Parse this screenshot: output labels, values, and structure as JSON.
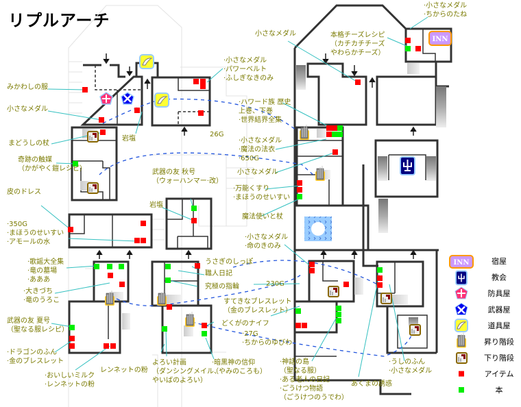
{
  "title": "リプルアーチ",
  "colors": {
    "item": "#ff0000",
    "book": "#00ee00",
    "label": "#7a7a00",
    "leader": "#33c0c0",
    "route": "#2255dd",
    "inn": "#cc99ff",
    "inn_border": "#ff9900",
    "church": "#000080"
  },
  "labels": [
    {
      "id": "mikawashi",
      "lines": [
        "みかわしの服"
      ]
    },
    {
      "id": "medal-left",
      "lines": [
        "小さなメダル"
      ]
    },
    {
      "id": "madoushi",
      "lines": [
        "まどうしの杖"
      ]
    },
    {
      "id": "kiseki",
      "lines": [
        "奇跡の触媒",
        "（かがやく鎧レシピ）"
      ]
    },
    {
      "id": "kawa",
      "lines": [
        "皮のドレス"
      ]
    },
    {
      "id": "350g",
      "lines": [
        "·350G",
        "·まほうのせいすい",
        "·アモールの水"
      ]
    },
    {
      "id": "ganen1",
      "lines": [
        "岩塩"
      ]
    },
    {
      "id": "medal-power",
      "lines": [
        "·小さなメダル",
        "·パワーベルト",
        "·ふしぎなきのみ"
      ]
    },
    {
      "id": "26g",
      "lines": [
        "26G"
      ]
    },
    {
      "id": "buki-aki",
      "lines": [
        "武器の友 秋号",
        "（ウォーハンマー·改）"
      ]
    },
    {
      "id": "ganen2",
      "lines": [
        "岩塩"
      ]
    },
    {
      "id": "kayou",
      "lines": [
        "·歌謡大全集",
        "·竜の墓場",
        "·あああ"
      ]
    },
    {
      "id": "ookizuchi",
      "lines": [
        "·大きづち",
        "·竜のうろこ"
      ]
    },
    {
      "id": "buki-natsu",
      "lines": [
        "武器の友 夏号",
        "（聖なる服レシピ）"
      ]
    },
    {
      "id": "dragon",
      "lines": [
        "·ドラゴンのふん",
        "·金のブレスレット"
      ]
    },
    {
      "id": "milk",
      "lines": [
        "·おいしいミルク",
        "·レンネットの粉"
      ]
    },
    {
      "id": "rennet",
      "lines": [
        "レンネットの粉"
      ]
    },
    {
      "id": "usagi",
      "lines": [
        "うさぎのしっぽ"
      ]
    },
    {
      "id": "shokunin",
      "lines": [
        "職人日記"
      ]
    },
    {
      "id": "kyukyoku",
      "lines": [
        "究極の指輪"
      ]
    },
    {
      "id": "yoroi",
      "lines": [
        "よろい計画",
        "（ダンシングメイル、",
        "やいばのよろい）"
      ]
    },
    {
      "id": "ankoku",
      "lines": [
        "·暗黒神の信仰",
        "（やみのころも）"
      ]
    },
    {
      "id": "suteki",
      "lines": [
        "すてきなブレスレット",
        "（金のブレスレット）"
      ]
    },
    {
      "id": "dokuga",
      "lines": [
        "どくがのナイフ"
      ]
    },
    {
      "id": "27g",
      "lines": [
        "·27G",
        "·ちからのゆびわ"
      ]
    },
    {
      "id": "230g",
      "lines": [
        "230G"
      ]
    },
    {
      "id": "medal-inochi",
      "lines": [
        "·小さなメダル",
        "·命のきのみ"
      ]
    },
    {
      "id": "shinwa",
      "lines": [
        "·神話の島",
        "（聖なる服）",
        "·ある老人の日記",
        "·ごうけつ物語",
        "（ごうけつのうでわ）"
      ]
    },
    {
      "id": "akuma",
      "lines": [
        "あくまの誘惑"
      ]
    },
    {
      "id": "ushi",
      "lines": [
        "·うしのふん",
        "·小さなメダル"
      ]
    },
    {
      "id": "hyde",
      "lines": [
        "·ハワード族 歴史",
        "上巻、下巻",
        "·世界結界全集"
      ]
    },
    {
      "id": "medal-houi",
      "lines": [
        "·小さなメダル",
        "·魔法の法衣",
        "·650G"
      ]
    },
    {
      "id": "medal-mid",
      "lines": [
        "小さなメダル"
      ]
    },
    {
      "id": "bannou",
      "lines": [
        "·万能くすり",
        "·まほうのせいすい"
      ]
    },
    {
      "id": "mahou-tsukai",
      "lines": [
        "魔法使いと杖"
      ]
    },
    {
      "id": "medal-top",
      "lines": [
        "小さなメダル"
      ]
    },
    {
      "id": "cheese",
      "lines": [
        "本格チーズレシピ",
        "（カチカチチーズ",
        "やわらかチーズ）"
      ]
    },
    {
      "id": "medal-inn",
      "lines": [
        "·小さなメダル",
        "·ちからのたね"
      ]
    }
  ],
  "legend": [
    {
      "icon": "inn",
      "label": "宿屋",
      "icon_text": "INN"
    },
    {
      "icon": "church",
      "label": "教会"
    },
    {
      "icon": "armor-shop",
      "label": "防具屋"
    },
    {
      "icon": "weapon-shop",
      "label": "武器屋"
    },
    {
      "icon": "item-shop",
      "label": "道具屋"
    },
    {
      "icon": "stairs-up",
      "label": "昇り階段"
    },
    {
      "icon": "stairs-down",
      "label": "下り階段"
    },
    {
      "icon": "item",
      "label": "アイテム"
    },
    {
      "icon": "book",
      "label": "本"
    }
  ],
  "inn_text": "INN"
}
